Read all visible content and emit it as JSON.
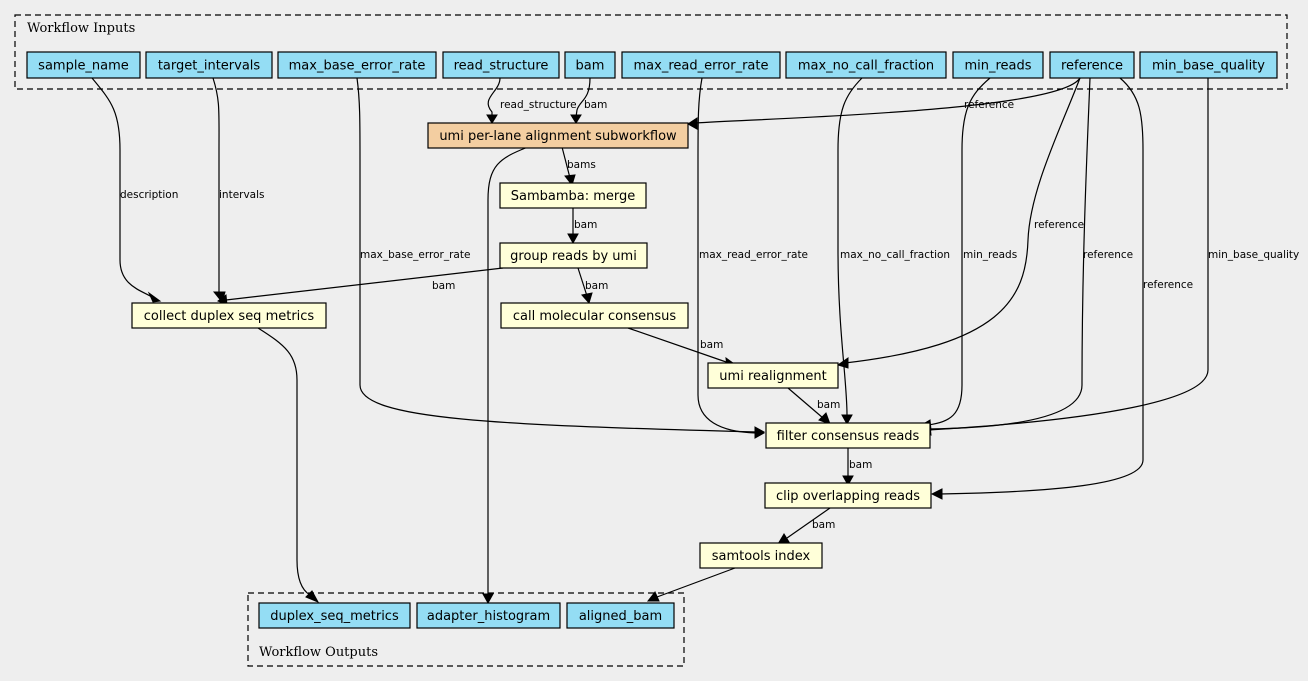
{
  "clusters": {
    "inputs_label": "Workflow Inputs",
    "outputs_label": "Workflow Outputs"
  },
  "inputs": {
    "sample_name": "sample_name",
    "target_intervals": "target_intervals",
    "max_base_error_rate": "max_base_error_rate",
    "read_structure": "read_structure",
    "bam": "bam",
    "max_read_error_rate": "max_read_error_rate",
    "max_no_call_fraction": "max_no_call_fraction",
    "min_reads": "min_reads",
    "reference": "reference",
    "min_base_quality": "min_base_quality"
  },
  "steps": {
    "umi_subworkflow": "umi per-lane alignment subworkflow",
    "sambamba_merge": "Sambamba: merge",
    "group_reads": "group reads by umi",
    "call_consensus": "call molecular consensus",
    "collect_duplex": "collect duplex seq metrics",
    "umi_realignment": "umi realignment",
    "filter_consensus": "filter consensus reads",
    "clip_overlapping": "clip overlapping reads",
    "samtools_index": "samtools index"
  },
  "outputs": {
    "duplex_seq_metrics": "duplex_seq_metrics",
    "adapter_histogram": "adapter_histogram",
    "aligned_bam": "aligned_bam"
  },
  "edges": {
    "read_structure": "read_structure",
    "bam": "bam",
    "reference": "reference",
    "bams": "bams",
    "description": "description",
    "intervals": "intervals",
    "max_base_error_rate": "max_base_error_rate",
    "max_read_error_rate": "max_read_error_rate",
    "max_no_call_fraction": "max_no_call_fraction",
    "min_reads": "min_reads",
    "min_base_quality": "min_base_quality"
  }
}
